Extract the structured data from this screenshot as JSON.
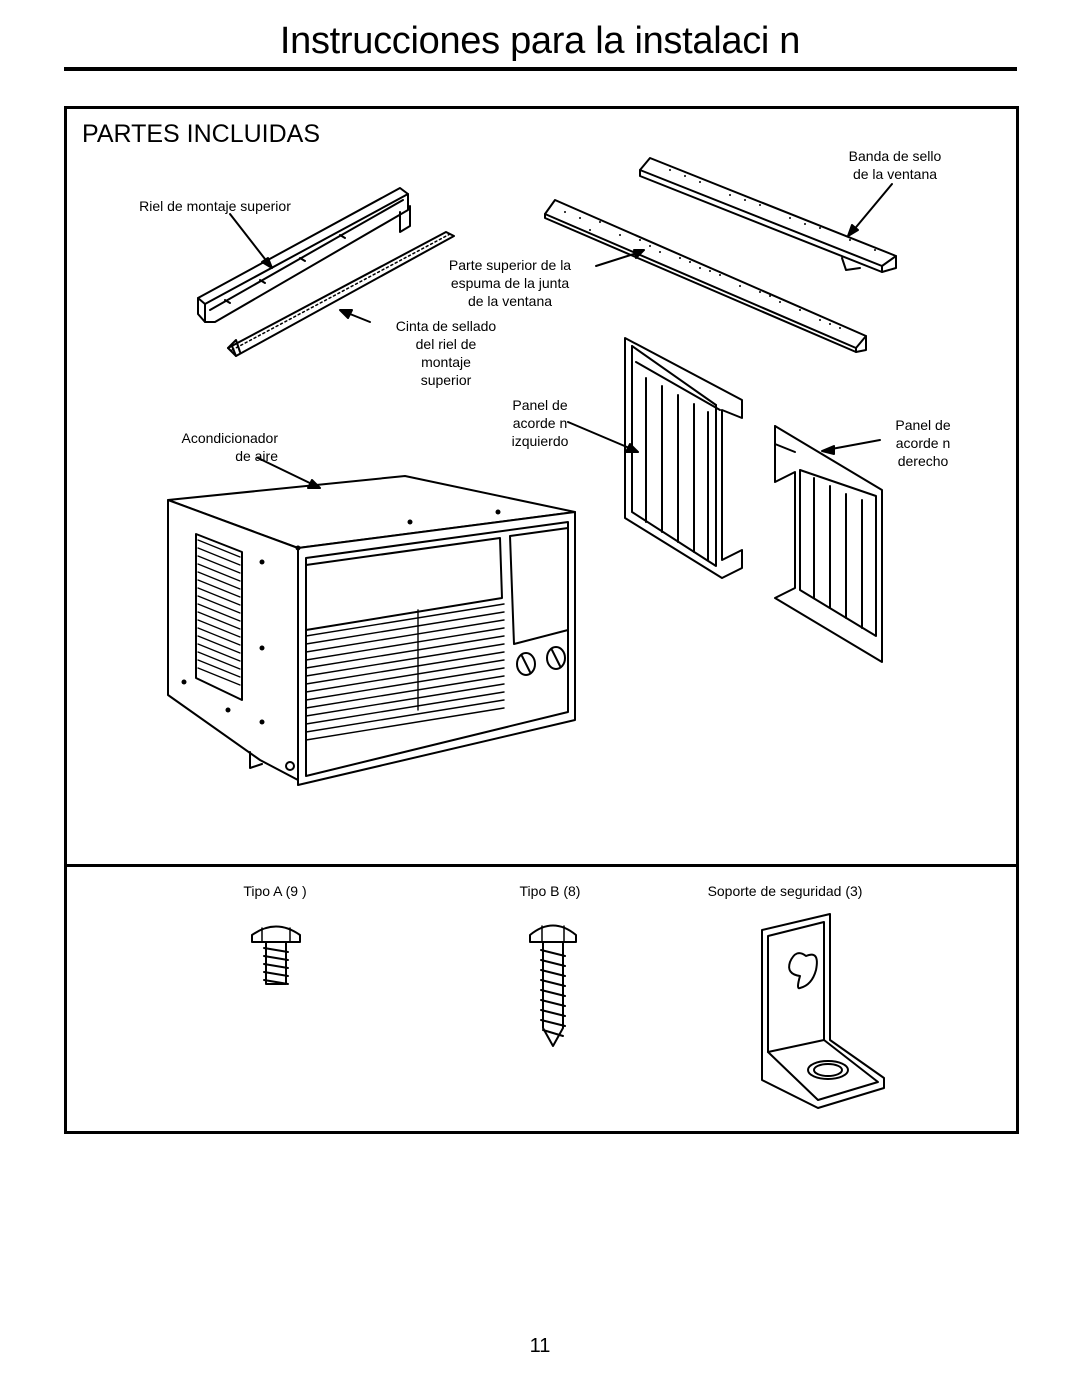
{
  "page": {
    "title": "Instrucciones para la instalaci n",
    "page_number": "11"
  },
  "section": {
    "heading": "PARTES INCLUIDAS"
  },
  "callouts": {
    "rail": "Riel de montaje superior",
    "seal_strip": [
      "Banda de sello",
      "de la ventana"
    ],
    "foam_top": [
      "Parte superior de la",
      "espuma de la junta",
      "de la ventana"
    ],
    "seal_tape": [
      "Cinta de sellado",
      "del riel de",
      "montaje",
      "superior"
    ],
    "left_panel": [
      "Panel de",
      "acorde n",
      "izquierdo"
    ],
    "right_panel": [
      "Panel de",
      "acorde n",
      "derecho"
    ],
    "air_conditioner": [
      "Acondicionador",
      "de aire"
    ]
  },
  "hardware": {
    "type_a": "Tipo A (9 )",
    "type_b": "Tipo B (8)",
    "bracket": "Soporte de seguridad (3)"
  }
}
